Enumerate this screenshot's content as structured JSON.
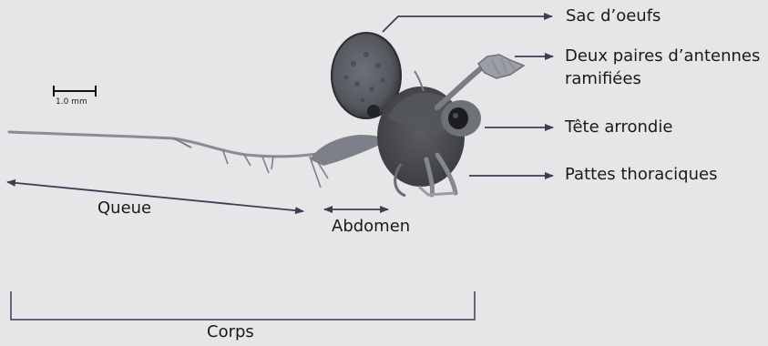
{
  "labels": {
    "egg_sac": "Sac d’oeufs",
    "antennae_line1": "Deux paires d’antennes",
    "antennae_line2": "ramifiées",
    "head": "Tête arrondie",
    "legs": "Pattes thoraciques",
    "tail": "Queue",
    "abdomen": "Abdomen",
    "body": "Corps"
  },
  "scale_bar": {
    "label": "1.0 mm"
  },
  "colors": {
    "background": "#e6e6e8",
    "line": "#3a3f52",
    "specimen_dark": "#4a4c52",
    "specimen_light": "#8a8c94"
  }
}
